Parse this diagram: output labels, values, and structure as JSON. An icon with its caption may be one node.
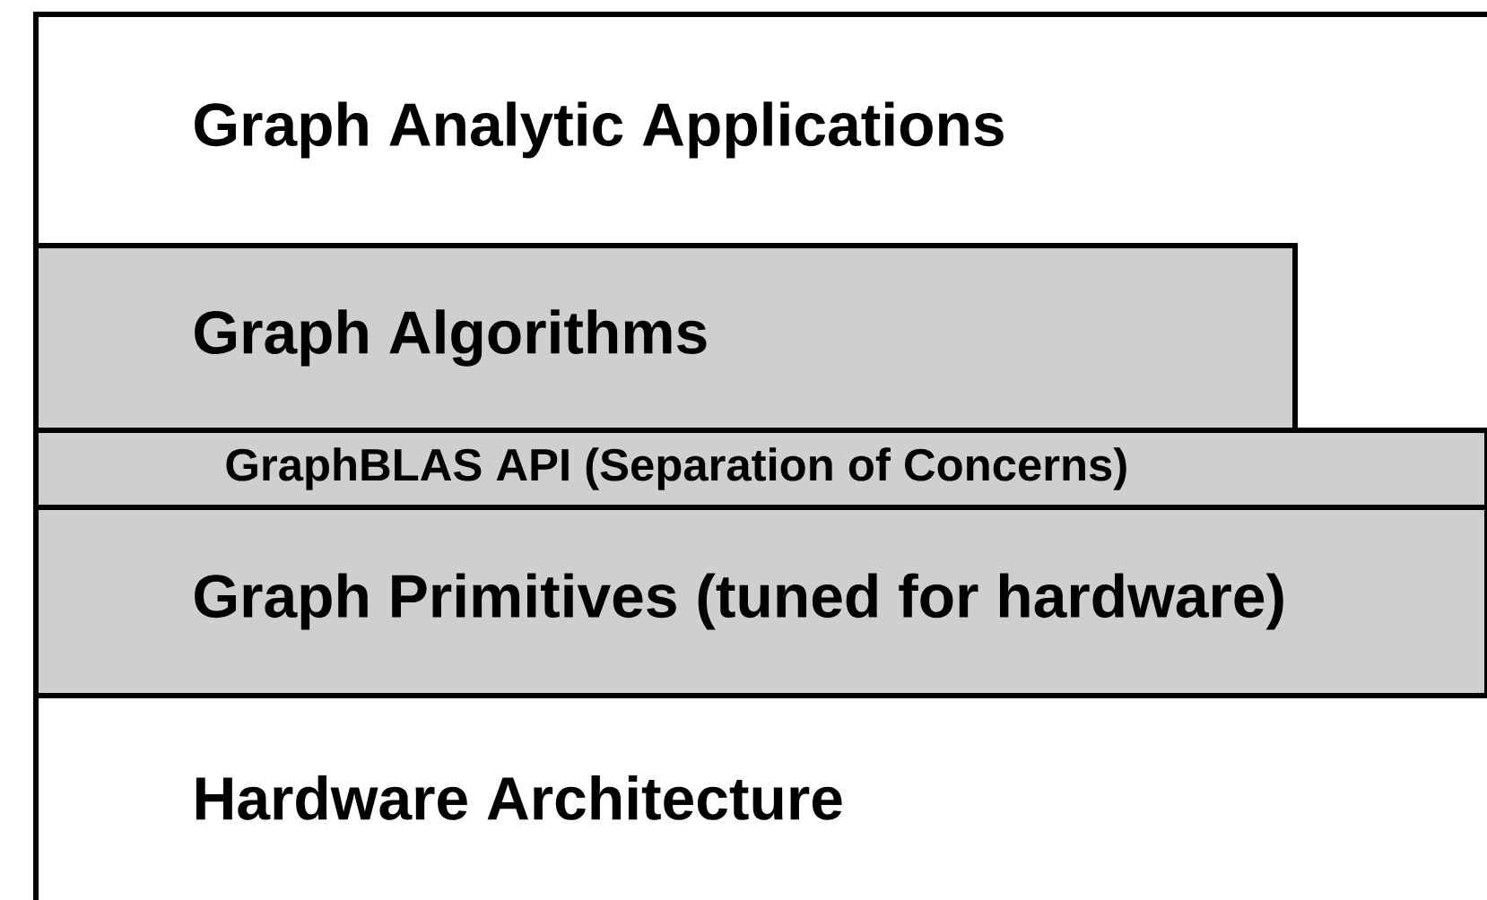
{
  "diagram": {
    "nodes": [
      {
        "text": [
          "Graph Analytic Applications"
        ]
      },
      {
        "text": [
          "Graph Algorithms"
        ]
      },
      {
        "text": [
          "GraphBLAS API (Separation of Concerns)"
        ]
      },
      {
        "text": [
          "Graph Primitives (tuned for hardware)"
        ]
      },
      {
        "text": [
          "Hardware Architecture"
        ]
      }
    ]
  }
}
